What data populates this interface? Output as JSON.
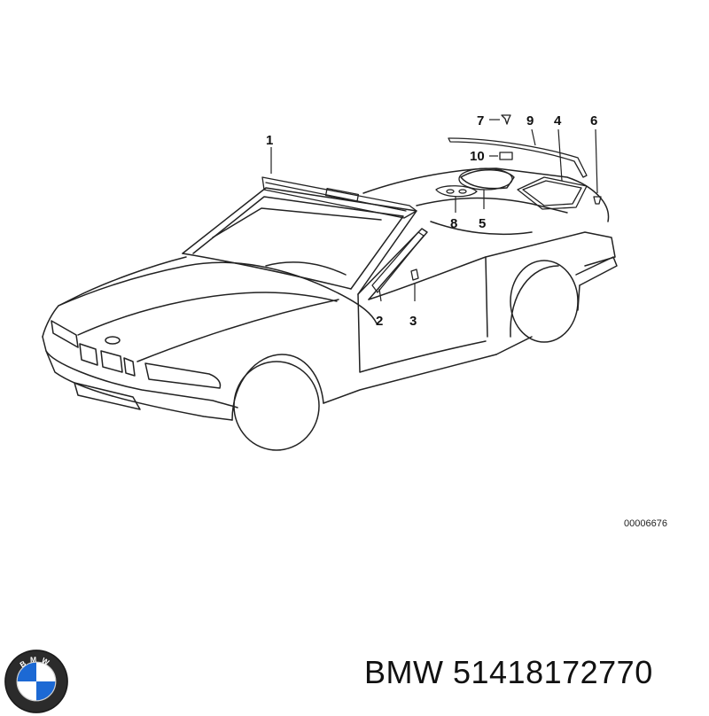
{
  "diagram": {
    "reference_number": "00006676",
    "callouts": [
      {
        "id": "c1",
        "label": "1"
      },
      {
        "id": "c2",
        "label": "2"
      },
      {
        "id": "c3",
        "label": "3"
      },
      {
        "id": "c4",
        "label": "4"
      },
      {
        "id": "c5",
        "label": "5"
      },
      {
        "id": "c6",
        "label": "6"
      },
      {
        "id": "c7",
        "label": "7"
      },
      {
        "id": "c8",
        "label": "8"
      },
      {
        "id": "c9",
        "label": "9"
      },
      {
        "id": "c10",
        "label": "10"
      }
    ]
  },
  "brand": {
    "logo_text": "BMW",
    "caption": "BMW 51418172770"
  }
}
